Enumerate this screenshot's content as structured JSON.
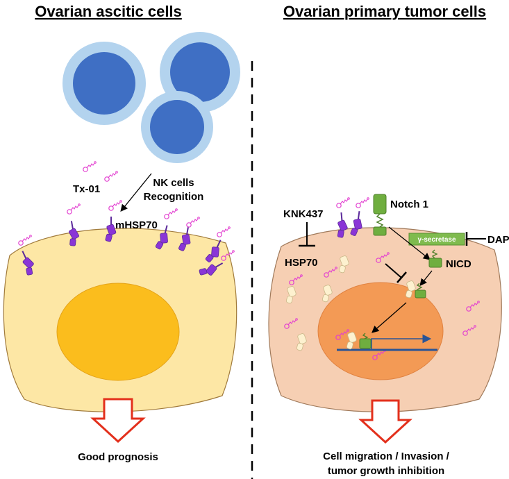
{
  "left": {
    "title": "Ovarian ascitic cells",
    "tx01": "Tx-01",
    "nk_recognition_line1": "NK cells",
    "nk_recognition_line2": "Recognition",
    "mhsp70": "mHSP70",
    "outcome": "Good prognosis"
  },
  "right": {
    "title": "Ovarian primary tumor cells",
    "knk437": "KNK437",
    "hsp70": "HSP70",
    "notch1": "Notch 1",
    "gamma_secretase": "γ-secretase",
    "dapt": "DAPT",
    "nicd": "NICD",
    "outcome_line1": "Cell migration / Invasion /",
    "outcome_line2": "tumor growth inhibition"
  },
  "colors": {
    "nk_outer": "#b3d3ee",
    "nk_inner": "#3f6fc4",
    "left_cell": "#fde7a5",
    "left_nucleus": "#fbbd1d",
    "right_cell": "#f6cfb3",
    "right_nucleus": "#f39a55",
    "hsp70_membrane": "#8a35d6",
    "tx01_probe": "#e23fd0",
    "notch_green": "#6fae3f",
    "arrow_red": "#e3301c",
    "dna_blue": "#2a5496"
  }
}
